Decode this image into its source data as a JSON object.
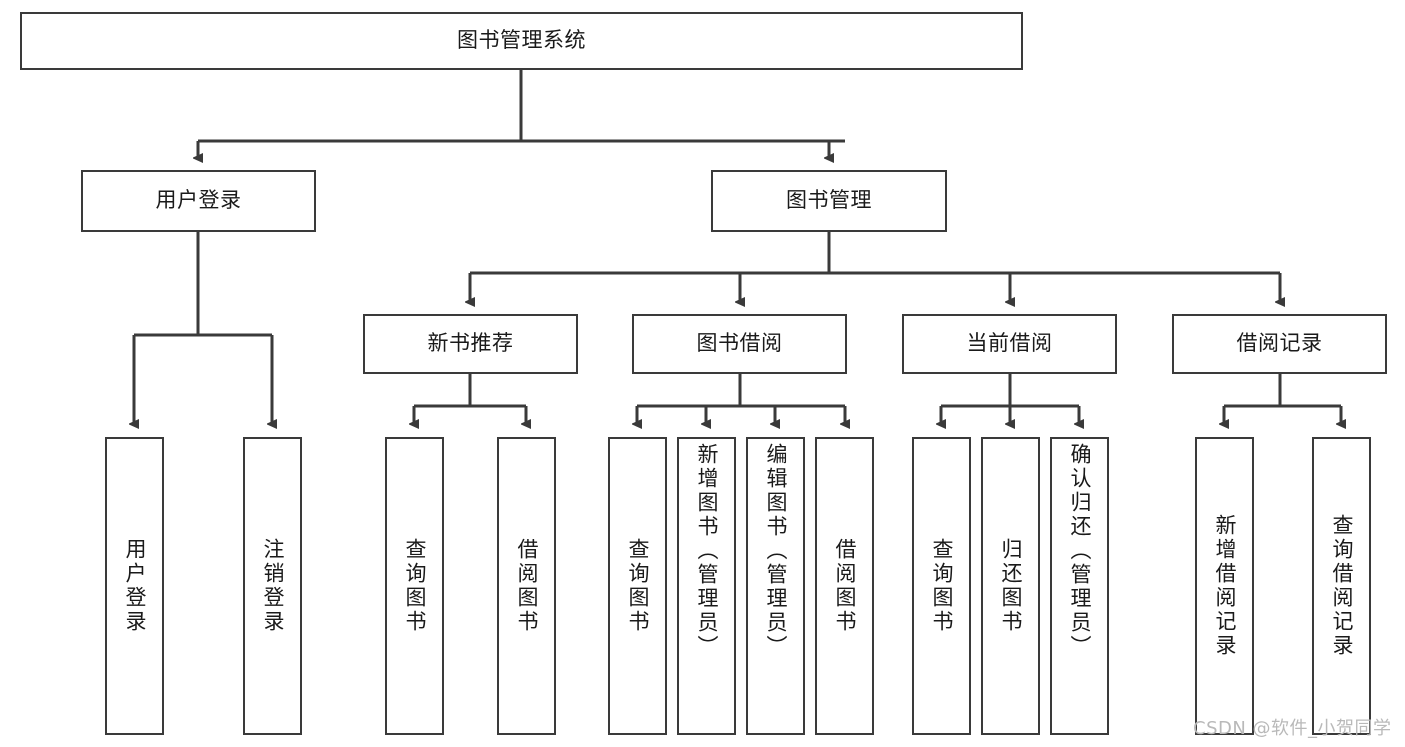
{
  "diagram": {
    "type": "tree-hierarchy-chart",
    "title": "图书管理系统",
    "stroke_color": "#3a3a3a",
    "text_color": "#1a1a1a",
    "background_color": "#ffffff",
    "watermark": "CSDN @软件_小贺同学",
    "root": {
      "label": "图书管理系统"
    },
    "level2": [
      {
        "label": "用户登录"
      },
      {
        "label": "图书管理"
      }
    ],
    "level3": [
      {
        "label": "新书推荐"
      },
      {
        "label": "图书借阅"
      },
      {
        "label": "当前借阅"
      },
      {
        "label": "借阅记录"
      }
    ],
    "leaves": {
      "user_login": [
        {
          "label": "用户登录"
        },
        {
          "label": "注销登录"
        }
      ],
      "new_book_recommend": [
        {
          "label": "查询图书"
        },
        {
          "label": "借阅图书"
        }
      ],
      "book_borrow": [
        {
          "label": "查询图书"
        },
        {
          "label": "新增图书（管理员）"
        },
        {
          "label": "编辑图书（管理员）"
        },
        {
          "label": "借阅图书"
        }
      ],
      "current_borrow": [
        {
          "label": "查询图书"
        },
        {
          "label": "归还图书"
        },
        {
          "label": "确认归还（管理员）"
        }
      ],
      "borrow_record": [
        {
          "label": "新增借阅记录"
        },
        {
          "label": "查询借阅记录"
        }
      ]
    }
  }
}
